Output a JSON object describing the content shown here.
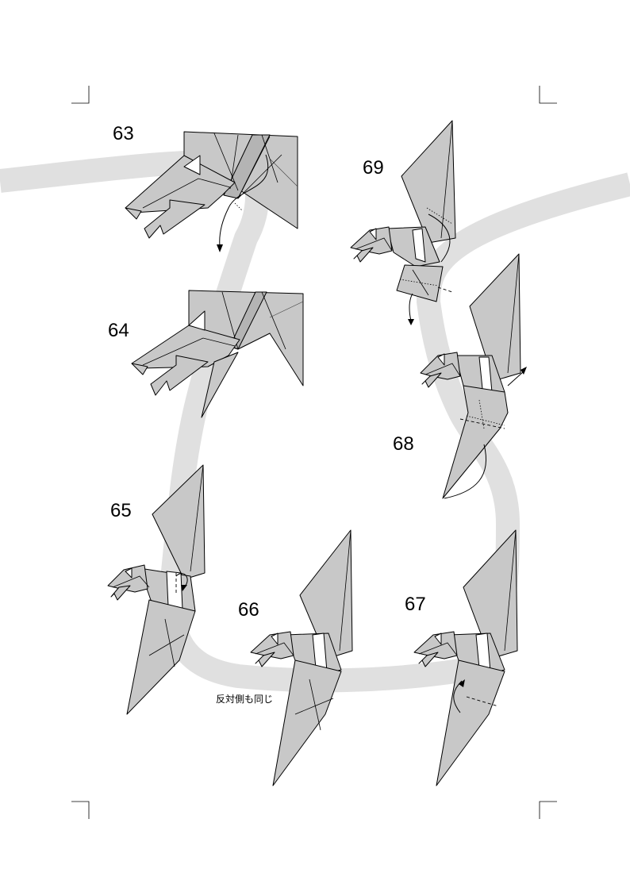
{
  "steps": [
    {
      "number": "63"
    },
    {
      "number": "64"
    },
    {
      "number": "65"
    },
    {
      "number": "66"
    },
    {
      "number": "67"
    },
    {
      "number": "68"
    },
    {
      "number": "69"
    }
  ],
  "annotations": {
    "same_on_other_side": "反対側も同じ"
  },
  "colors": {
    "paper_fill": "#c8c8c8",
    "paper_shadow": "#b4b4b4",
    "flow_path": "#e0e0e0",
    "lines": "#000000"
  }
}
